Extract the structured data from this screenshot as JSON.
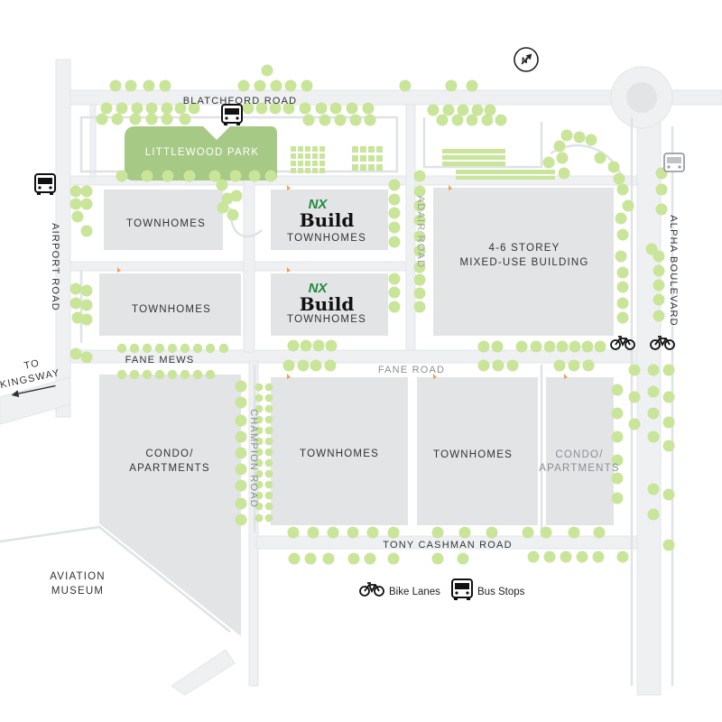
{
  "roads": {
    "blatchford": "BLATCHFORD ROAD",
    "airport": "AIRPORT ROAD",
    "alpha": "ALPHA BOULEVARD",
    "adair": "ADAIR ROAD",
    "fane_mews": "FANE MEWS",
    "fane_road": "FANE ROAD",
    "champion": "CHAMPION ROAD",
    "tony_cashman": "TONY CASHMAN ROAD"
  },
  "direction": {
    "line1": "TO",
    "line2": "KINGSWAY"
  },
  "park": "LITTLEWOOD PARK",
  "museum": {
    "line1": "AVIATION",
    "line2": "MUSEUM"
  },
  "brand": {
    "mark": "NX",
    "word": "Build"
  },
  "buildings": {
    "townhomes": "TOWNHOMES",
    "condo_line1": "CONDO/",
    "condo_line2": "APARTMENTS",
    "mixed_line1": "4-6 STOREY",
    "mixed_line2": "MIXED-USE BUILDING"
  },
  "legend": {
    "bike": "Bike Lanes",
    "bus": "Bus Stops"
  },
  "colors": {
    "block": "#e3e4e6",
    "road": "#eef0f2",
    "tree": "#c9e59a",
    "park": "#a6c985",
    "brand_green": "#1f8a3d"
  }
}
